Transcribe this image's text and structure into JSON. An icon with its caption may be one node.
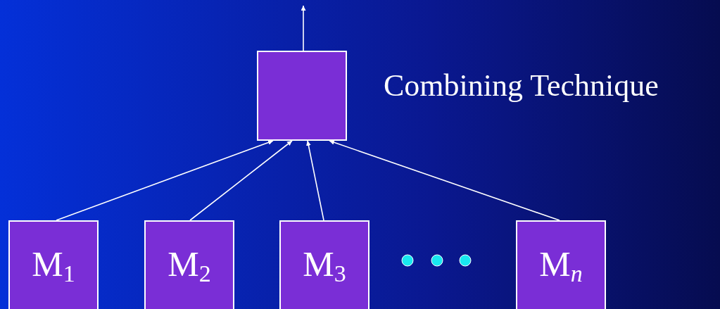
{
  "diagram": {
    "nodes": [
      {
        "text": [],
        "shape": "box",
        "beside": [
          "Combining Technique"
        ]
      },
      {
        "text": [
          "M$_{1}$"
        ]
      },
      {
        "text": [
          "M$_{2}$"
        ]
      },
      {
        "text": [
          "M$_{3}$"
        ]
      },
      {
        "text": [
          "M$_{n}$"
        ]
      }
    ],
    "edges": [
      {
        "from": 1,
        "to": 0,
        "arrow": "to"
      },
      {
        "from": 2,
        "to": 0,
        "arrow": "to"
      },
      {
        "from": 3,
        "to": 0,
        "arrow": "to"
      },
      {
        "from": 4,
        "to": 0,
        "arrow": "to"
      },
      {
        "from": 0,
        "to": null,
        "arrow": "to"
      }
    ]
  }
}
